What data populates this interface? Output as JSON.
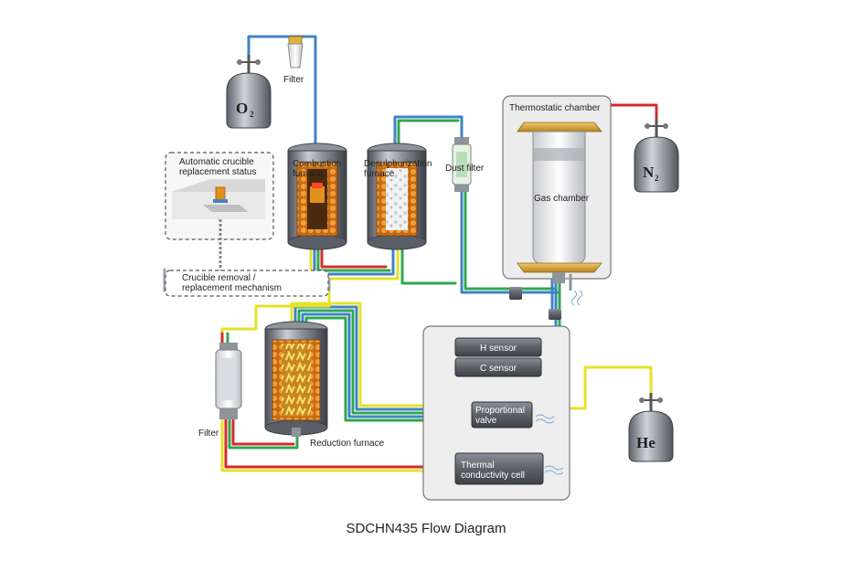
{
  "labels": {
    "filter_top": "Filter",
    "auto_crucible_line1": "Automatic crucible",
    "auto_crucible_line2": "replacement status",
    "combustion_line1": "Combustion",
    "combustion_line2": "furnace",
    "desulph_line1": "Desulphurization",
    "desulph_line2": "furnace",
    "dust_filter": "Dust filter",
    "thermostatic": "Thermostatic chamber",
    "gas_chamber": "Gas chamber",
    "crucible_removal_line1": "Crucible removal /",
    "crucible_removal_line2": "replacement mechanism",
    "h_sensor": "H sensor",
    "c_sensor": "C sensor",
    "proportional_line1": "Proportional",
    "proportional_line2": "valve",
    "filter_left": "Filter",
    "reduction": "Reduction furnace",
    "thermal_line1": "Thermal",
    "thermal_line2": "conductivity cell"
  },
  "gases": {
    "o2": {
      "symbol": "O",
      "sub": "2"
    },
    "n2": {
      "symbol": "N",
      "sub": "2"
    },
    "he": {
      "symbol": "He",
      "sub": ""
    }
  },
  "caption": "SDCHN435 Flow Diagram",
  "colors": {
    "line_blue": "#3f83c6",
    "line_green": "#2fa84f",
    "line_red": "#d42c2c",
    "line_yellow": "#e6e22a",
    "line_grey": "#9aa3ad",
    "furnace_coil": "#e58a1f",
    "panel_fill": "#eeeeee",
    "chamber_gold": "#d9a93b"
  }
}
